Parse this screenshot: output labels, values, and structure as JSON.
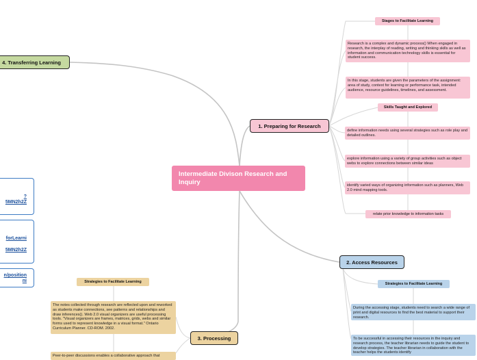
{
  "central": {
    "title": "Intermediate Divison Research and Inquiry"
  },
  "branches": {
    "transferring": {
      "label": "4. Transferring Learning"
    },
    "preparing": {
      "label": "1. Preparing for Research",
      "stages_header": "Stages to Facilitate Learning",
      "note_1": "Research is a complex and dynamic process() When engaged in research, the interplay of reading, writing and thinking skills as well as information and communication technology skills is essential for student success.",
      "note_2": "In this stage, students are given the parameters of the assignment: area of study, context for learning or performance task, intended audience, resource guidelines, timelines, and assessment.",
      "skills_header": "Skills Taught and Explored",
      "skills": [
        "define information needs using several strategies such as role play and detailed outlines.",
        "explore information using a variety of group activities such as object webs to explore connections between similar ideas",
        "identify varied ways of organizing information such as planners, Web 2.0 mind mapping tools.",
        "relate prior knowledge to information tasks"
      ]
    },
    "access": {
      "label": "2. Access Resources",
      "stages_header": "Strategies to Facilitate Learning",
      "note_1": "During the accessing stage, students need to search a wide range of print and digital resources to find the best material to support their research.",
      "note_2": "To be successful in accessing their resources in the inquiry and research process, the teacher librarian needs to guide the student to develop strategies.  The teacher librarian in collaboration with the teacher helps the students identify"
    },
    "processing": {
      "label": "3. Processing",
      "stages_header": "Strategies to Facilitate Learning",
      "note_1": "The notes collected through research are reflected upon and reworked as students make connections, see patterns and relationships and draw inferences().  Web 2.0 visual organizers are useful processing tools. \"Visual organizers are frames, matrices, grids, webs and similar forms used to represent knowledge in a visual format.\" Ontario Curriculum Planner. CD-ROM. 2002.",
      "note_2": "Peer-to-peer discussions enables a collaborative approach that"
    }
  },
  "link_fragments": {
    "box1": [
      "?",
      "5MN2h2Z"
    ],
    "box2": [
      "forLearni",
      "5MN2h2Z"
    ],
    "box3": [
      "n/position",
      "ni"
    ]
  },
  "colors": {
    "central": "#f287ad",
    "pink": "#f8c6d4",
    "blue": "#b9d3ea",
    "tan": "#ecd3a0",
    "green": "#c5d9a0",
    "connector": "#c4c4c4",
    "link": "#1a4f9c"
  }
}
